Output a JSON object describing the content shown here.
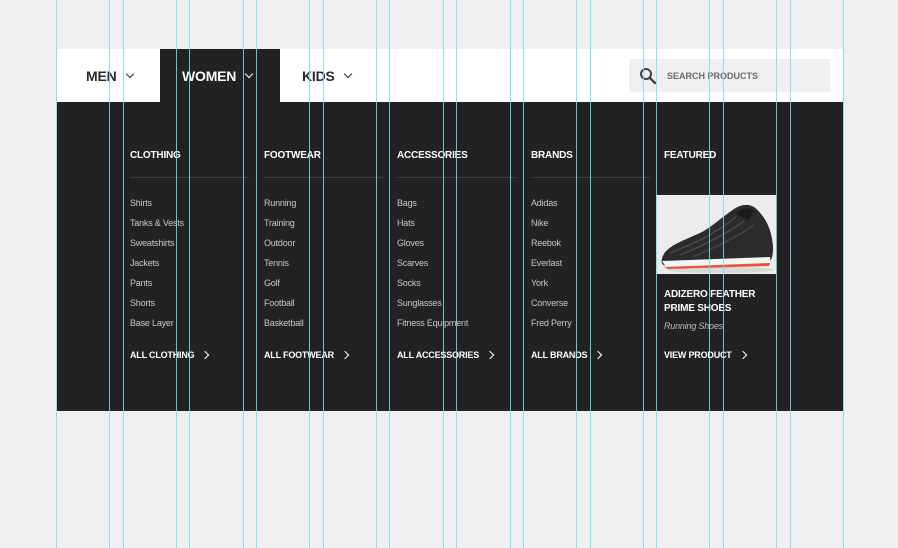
{
  "nav": {
    "items": [
      {
        "label": "MEN",
        "active": false
      },
      {
        "label": "WOMEN",
        "active": true
      },
      {
        "label": "KIDS",
        "active": false
      }
    ],
    "search_placeholder": "SEARCH PRODUCTS"
  },
  "columns": [
    {
      "heading": "CLOTHING",
      "items": [
        "Shirts",
        "Tanks & Vests",
        "Sweatshirts",
        "Jackets",
        "Pants",
        "Shorts",
        "Base Layer"
      ],
      "all_label": "ALL CLOTHING"
    },
    {
      "heading": "FOOTWEAR",
      "items": [
        "Running",
        "Training",
        "Outdoor",
        "Tennis",
        "Golf",
        "Football",
        "Basketball"
      ],
      "all_label": "ALL FOOTWEAR"
    },
    {
      "heading": "ACCESSORIES",
      "items": [
        "Bags",
        "Hats",
        "Gloves",
        "Scarves",
        "Socks",
        "Sunglasses",
        "Fitness Equipment"
      ],
      "all_label": "ALL ACCESSORIES"
    },
    {
      "heading": "BRANDS",
      "items": [
        "Adidas",
        "Nike",
        "Reebok",
        "Everlast",
        "York",
        "Converse",
        "Fred Perry"
      ],
      "all_label": "ALL BRANDS"
    }
  ],
  "featured": {
    "heading": "FEATURED",
    "product_name": "ADIZERO FEATHER PRIME SHOES",
    "product_category": "Running Shoes",
    "cta_label": "VIEW PRODUCT"
  },
  "colors": {
    "dropdown_bg": "#222222",
    "nav_bg": "#ffffff",
    "page_bg": "#f0f0f0",
    "guide": "#6fe3ea",
    "shoe_accent": "#e4553a"
  },
  "icons": {
    "search": "search-icon",
    "nav_chevron": "chevron-down-icon",
    "link_chevron": "chevron-right-icon"
  }
}
